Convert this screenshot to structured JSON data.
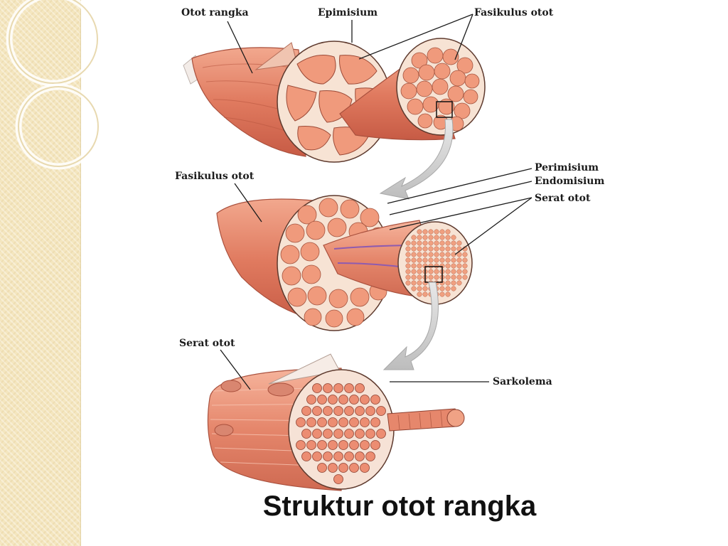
{
  "title": "Struktur otot rangka",
  "labels": {
    "otot_rangka": "Otot rangka",
    "epimisium": "Epimisium",
    "fasikulus_otot_top": "Fasikulus otot",
    "fasikulus_otot_mid": "Fasikulus otot",
    "perimisium": "Perimisium",
    "endomisium": "Endomisium",
    "serat_otot_mid": "Serat otot",
    "serat_otot_bottom": "Serat otot",
    "sarkolema": "Sarkolema"
  },
  "colors": {
    "muscle": "#e8866a",
    "muscle_dark": "#c9614a",
    "fascicle": "#f2a384",
    "tissue": "#f6dcc8",
    "background_panel": "#f4e6bf",
    "arrow": "#cfcfcf"
  }
}
